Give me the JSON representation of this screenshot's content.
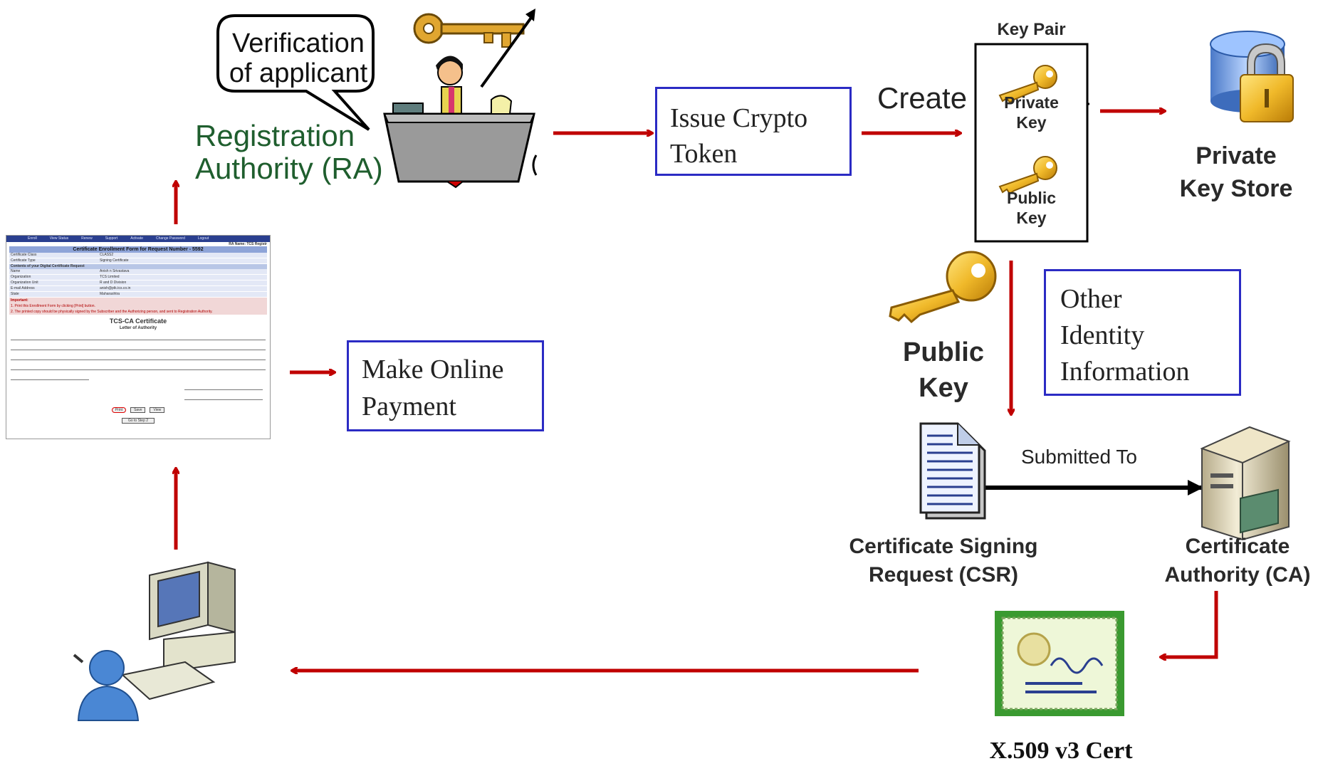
{
  "ra": {
    "bubble_line1": "Verification",
    "bubble_line2": "of applicant",
    "label_line1": "Registration",
    "label_line2": "Authority (RA)"
  },
  "boxes": {
    "issue_token": [
      "Issue Crypto",
      "Token"
    ],
    "online_payment": [
      "Make Online",
      "Payment"
    ],
    "other_identity": [
      "Other",
      "Identity",
      "Information"
    ]
  },
  "keypair": {
    "title": "Key Pair",
    "create": "Create",
    "private_key": [
      "Private",
      "Key"
    ],
    "public_key": [
      "Public",
      "Key"
    ]
  },
  "private_store": [
    "Private",
    "Key Store"
  ],
  "public_key_label": [
    "Public",
    "Key"
  ],
  "csr": {
    "submitted_to": "Submitted To",
    "label": [
      "Certificate Signing",
      "Request (CSR)"
    ]
  },
  "ca": {
    "label": [
      "Certificate",
      "Authority (CA)"
    ]
  },
  "cert": {
    "label": "X.509 v3 Cert"
  },
  "form": {
    "tabs": [
      "Enroll",
      "View Status",
      "Renew",
      "Support",
      "Activate",
      "Change Password",
      "Logout"
    ],
    "user": "RA Name: TCS Registr",
    "heading": "Certificate Enrollment Form for Request Number - 5592",
    "rows": [
      [
        "Certificate Class",
        "CLASS2"
      ],
      [
        "Certificate Type",
        "Signing Certificate"
      ]
    ],
    "subheading": "Contents of your Digital Certificate Request",
    "details": [
      [
        "Name",
        "Anish n Srivastava"
      ],
      [
        "Organization",
        "TCS Limited"
      ],
      [
        "Organization Unit",
        "R and D Division"
      ],
      [
        "E-mail Address",
        "anish@ptk.tcs.co.in"
      ],
      [
        "State",
        "Maharashtra"
      ]
    ],
    "important": [
      "Important:",
      "1. Print this Enrollment Form by clicking [Print] button.",
      "2. The printed copy should be physically signed by the Subscriber and the Authorizing person, and sent to Registration Authority."
    ],
    "cert_title": "TCS-CA Certificate",
    "letter_title": "Letter of Authority",
    "buttons": [
      "Print",
      "Save",
      "View"
    ],
    "step_button": "Go to Step 2"
  }
}
